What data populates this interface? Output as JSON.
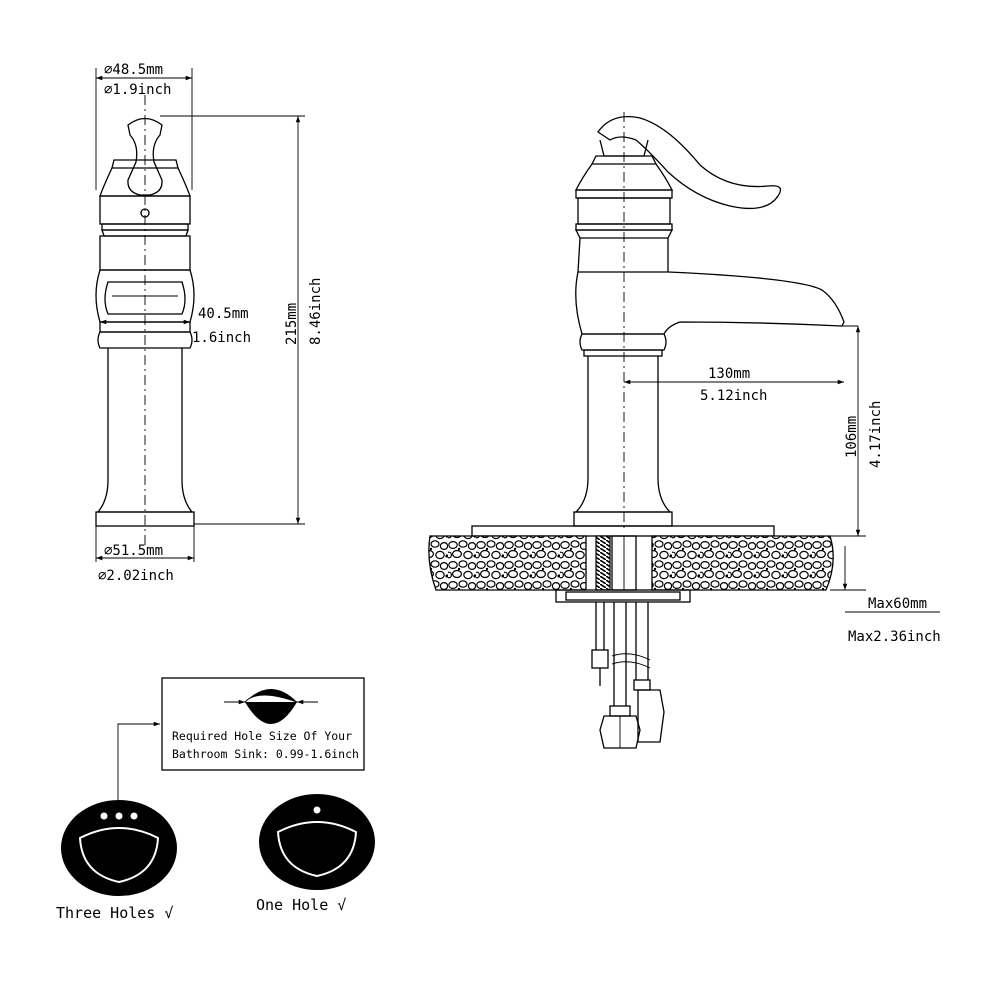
{
  "front_view": {
    "top_diameter_mm": "⌀48.5mm",
    "top_diameter_in": "⌀1.9inch",
    "handle_width_mm": "40.5mm",
    "handle_width_in": "1.6inch",
    "height_mm": "215mm",
    "height_in": "8.46inch",
    "base_diameter_mm": "⌀51.5mm",
    "base_diameter_in": "⌀2.02inch"
  },
  "side_view": {
    "reach_mm": "130mm",
    "reach_in": "5.12inch",
    "spout_height_mm": "106mm",
    "spout_height_in": "4.17inch",
    "deck_max_mm": "Max60mm",
    "deck_max_in": "Max2.36inch"
  },
  "hole_note": {
    "line1": "Required Hole Size Of Your",
    "line2": "Bathroom Sink: 0.99-1.6inch"
  },
  "sinks": {
    "three_holes": "Three Holes √",
    "one_hole": "One Hole  √"
  }
}
